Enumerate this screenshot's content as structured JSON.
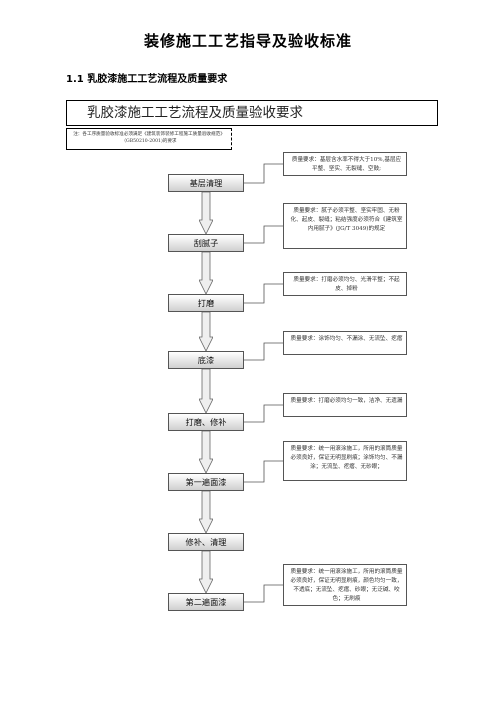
{
  "doc_title": "装修施工工艺指导及验收标准",
  "section_heading": "1.1 乳胶漆施工工艺流程及质量要求",
  "chart_title": "乳胶漆施工工艺流程及质量验收要求",
  "note": "注：各工序质量验收标准必须满足《建筑装饰装修工程施工质量验收规范》（GB50210-2001)的要求",
  "steps": [
    "基层清理",
    "刮腻子",
    "打磨",
    "底漆",
    "打磨、修补",
    "第一遍面漆",
    "修补、清理",
    "第二遍面漆"
  ],
  "requirements": [
    "质量要求：基层含水率不得大于10%,基层应平整、坚实、无裂缝、空鼓;",
    "质量要求：腻子必须平整、坚实牢固、无粉化、起皮、裂缝；粘结强度必须符合《建筑室内用腻子》(JG/T 3049)的规定",
    "质量要求：打磨必须均匀、光滑平整；不起皮、掉粉",
    "质量要求：涂饰均匀、不漏涂、无流坠、疙瘩",
    "质量要求：打磨必须均匀一致，洁净、无遗漏",
    "质量要求：统一用滚涂施工，所用的滚筒质量必须良好，保证无明显刷痕；涂饰均匀、不漏涂；无流坠、疙瘩、无砂眼；",
    "质量要求：统一用滚涂施工，所用的滚筒质量必须良好，保证无明显刷痕，颜色均匀一致，不透底；无流坠、疙瘩、砂眼；无泛碱、咬色；无刷痕"
  ]
}
